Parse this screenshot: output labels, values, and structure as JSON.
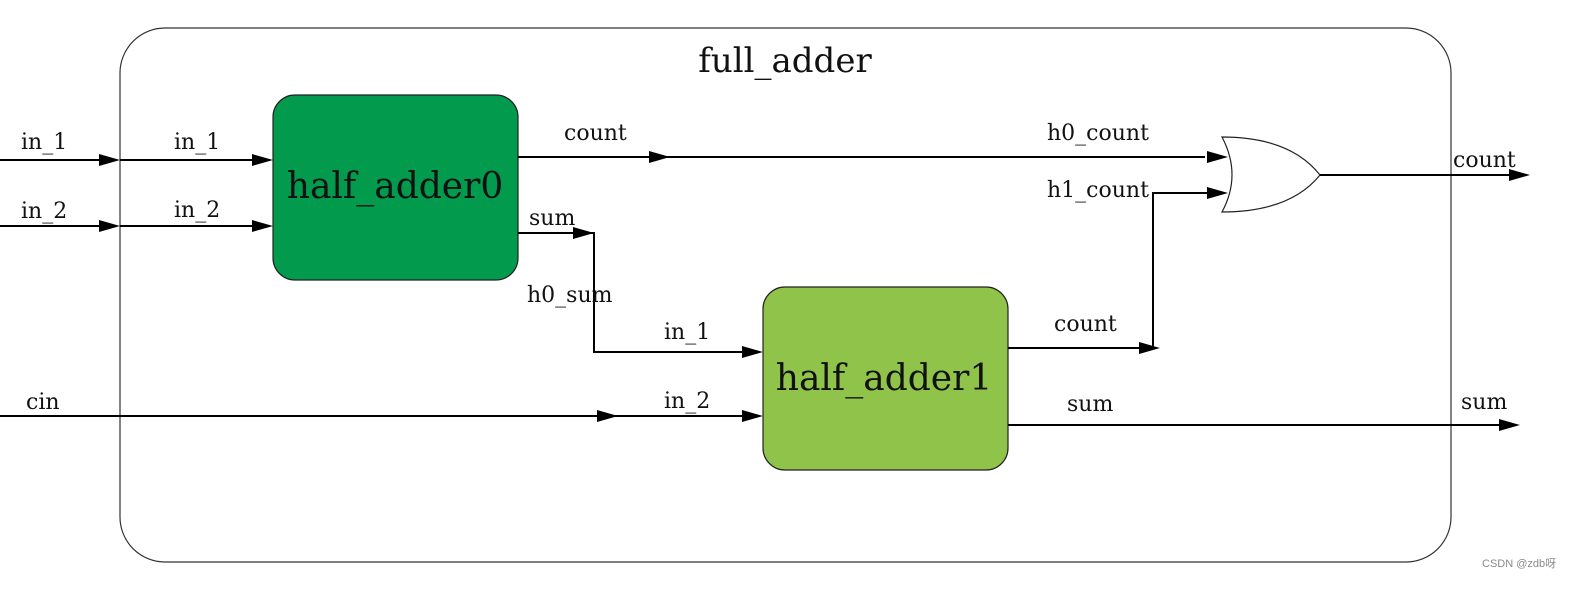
{
  "title": "full_adder",
  "blocks": {
    "ha0": {
      "label": "half_adder0",
      "fill": "#029a4c"
    },
    "ha1": {
      "label": "half_adder1",
      "fill": "#8fc34a"
    }
  },
  "labels": {
    "in_1_outer": "in_1",
    "in_2_outer": "in_2",
    "cin": "cin",
    "ha0_in_1": "in_1",
    "ha0_in_2": "in_2",
    "ha0_count": "count",
    "ha0_sum": "sum",
    "h0_count": "h0_count",
    "h1_count": "h1_count",
    "h0_sum": "h0_sum",
    "ha1_in_1": "in_1",
    "ha1_in_2": "in_2",
    "ha1_count": "count",
    "ha1_sum": "sum",
    "out_count": "count",
    "out_sum": "sum"
  },
  "watermark": "CSDN @zdb呀"
}
